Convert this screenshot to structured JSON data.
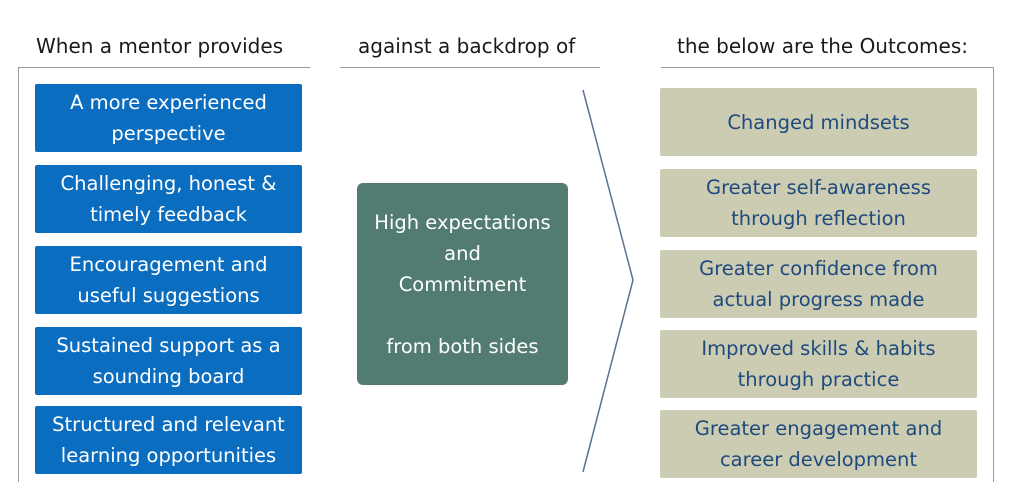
{
  "headings": {
    "left": "When a mentor provides",
    "middle": "against a backdrop of",
    "right": "the below are the Outcomes:"
  },
  "inputs": [
    "A more experienced perspective",
    "Challenging, honest & timely feedback",
    "Encouragement and useful suggestions",
    "Sustained support as a sounding board",
    "Structured and relevant learning opportunities"
  ],
  "backdrop": {
    "line1": "High expectations",
    "line2": "and",
    "line3": "Commitment",
    "line4": "from both sides"
  },
  "outcomes": [
    "Changed mindsets",
    "Greater self-awareness through reflection",
    "Greater confidence from actual progress made",
    "Improved skills & habits through practice",
    "Greater engagement and career development"
  ],
  "colors": {
    "input_box": "#0b6dbf",
    "backdrop_box": "#527c71",
    "outcome_box": "#cbccb2",
    "outcome_text": "#1f4a7e",
    "rules": "#9a9a9a"
  }
}
